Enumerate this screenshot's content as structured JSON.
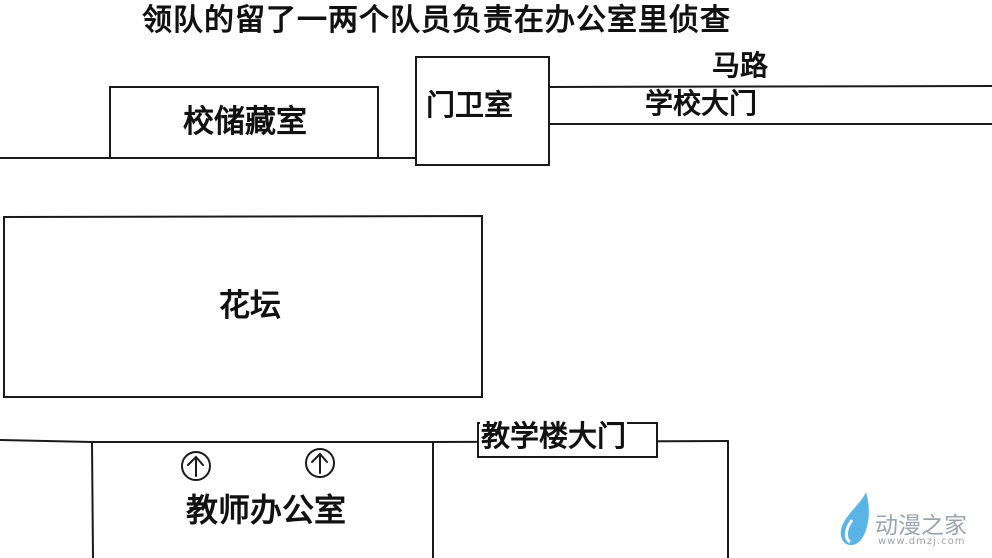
{
  "title": "领队的留了一两个队员负责在办公室里侦查",
  "labels": {
    "road": "马路",
    "gate_room": "门卫室",
    "school_gate": "学校大门",
    "storage": "校储藏室",
    "flowerbed": "花坛",
    "building_gate": "教学楼大门",
    "teacher_office": "教师办公室"
  },
  "watermark": {
    "name": "动漫之家",
    "url": "www.dmzj.com"
  },
  "colors": {
    "line": "#1a1a1a",
    "watermark": "#9aa4ad",
    "logo_drop": "#5ab4e6"
  },
  "icons": [
    "up-arrow-circle-icon",
    "up-arrow-circle-icon"
  ]
}
